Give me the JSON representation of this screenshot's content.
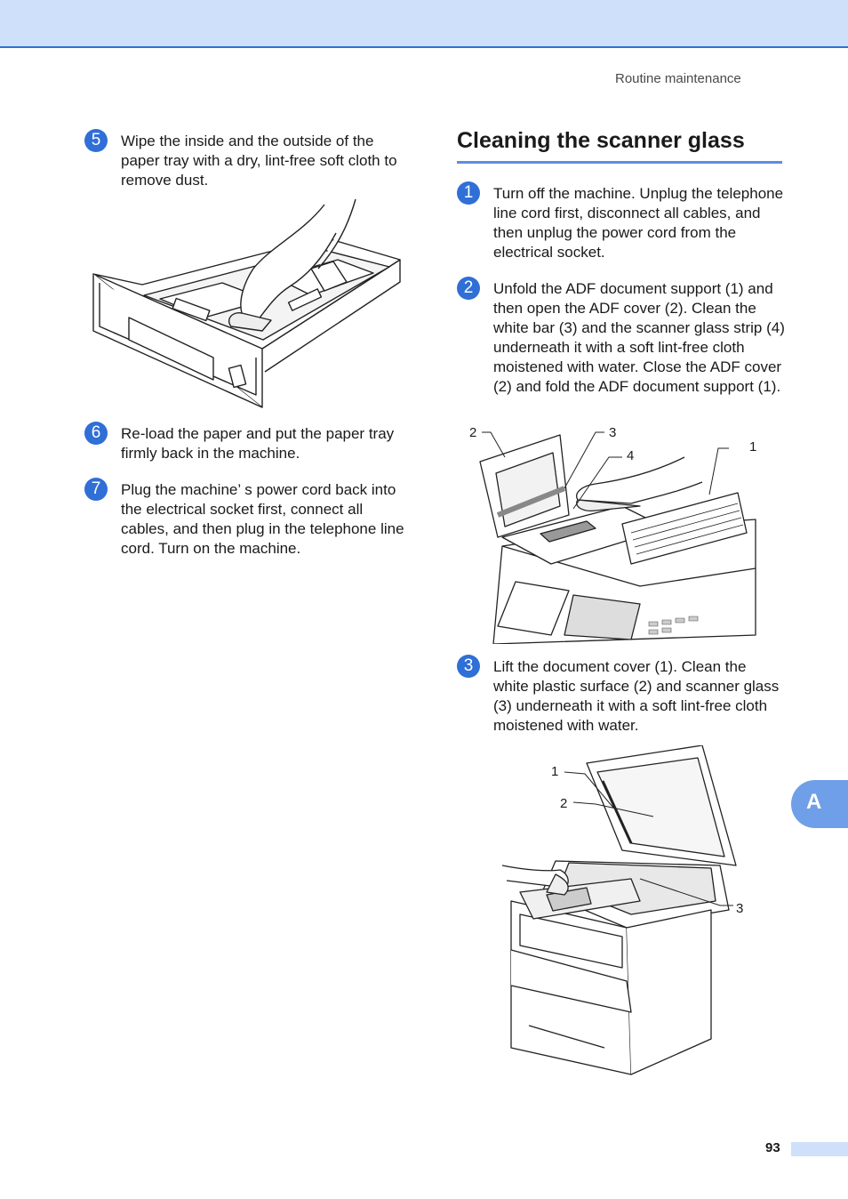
{
  "header": {
    "running_title": "Routine maintenance"
  },
  "left_column": {
    "steps": [
      {
        "number": "5",
        "text": "Wipe the inside and the outside of the paper tray with a dry, lint-free soft cloth to remove dust."
      },
      {
        "number": "6",
        "text": "Re-load the paper and put the paper tray firmly back in the machine."
      },
      {
        "number": "7",
        "text": "Plug the machine’ s power cord back into the electrical socket first, connect all cables, and then plug in the telephone line cord. Turn on the machine."
      }
    ]
  },
  "right_column": {
    "section_title": "Cleaning the scanner glass",
    "steps": [
      {
        "number": "1",
        "text": "Turn off the machine. Unplug the telephone line cord first, disconnect all cables, and then unplug the power cord from the electrical socket."
      },
      {
        "number": "2",
        "text": "Unfold the ADF document support (1) and then open the ADF cover (2). Clean the white bar (3) and the scanner glass strip (4) underneath it with a soft lint-free cloth moistened with water. Close the ADF cover (2) and fold the ADF document support (1)."
      },
      {
        "number": "3",
        "text": "Lift the document cover (1). Clean the white plastic surface (2) and scanner glass (3) underneath it with a soft lint-free cloth moistened with water."
      }
    ],
    "figure_adf_callouts": [
      "2",
      "3",
      "4",
      "1"
    ],
    "figure_glass_callouts": [
      "1",
      "2",
      "3"
    ]
  },
  "appendix_tab": {
    "label": "A"
  },
  "footer": {
    "page_number": "93"
  },
  "colors": {
    "accent_blue": "#2f6fd6",
    "band_blue": "#cfe0fb",
    "tab_blue": "#6f9fe8"
  }
}
